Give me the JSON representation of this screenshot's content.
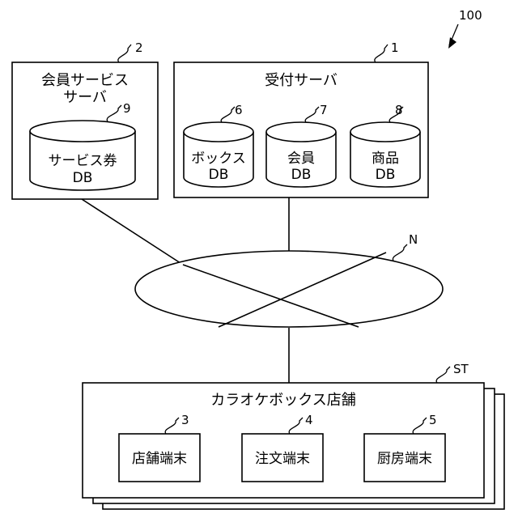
{
  "figure": {
    "ref_system": "100",
    "network": {
      "ref": "N"
    },
    "member_server": {
      "ref": "2",
      "title_line1": "会員サービス",
      "title_line2": "サーバ",
      "db": {
        "ref": "9",
        "line1": "サービス券",
        "line2": "DB"
      }
    },
    "reception_server": {
      "ref": "1",
      "title": "受付サーバ",
      "dbs": [
        {
          "ref": "6",
          "line1": "ボックス",
          "line2": "DB"
        },
        {
          "ref": "7",
          "line1": "会員",
          "line2": "DB"
        },
        {
          "ref": "8",
          "line1": "商品",
          "line2": "DB"
        }
      ]
    },
    "store": {
      "ref": "ST",
      "title": "カラオケボックス店舗",
      "terminals": [
        {
          "ref": "3",
          "label": "店舗端末"
        },
        {
          "ref": "4",
          "label": "注文端末"
        },
        {
          "ref": "5",
          "label": "厨房端末"
        }
      ]
    }
  }
}
